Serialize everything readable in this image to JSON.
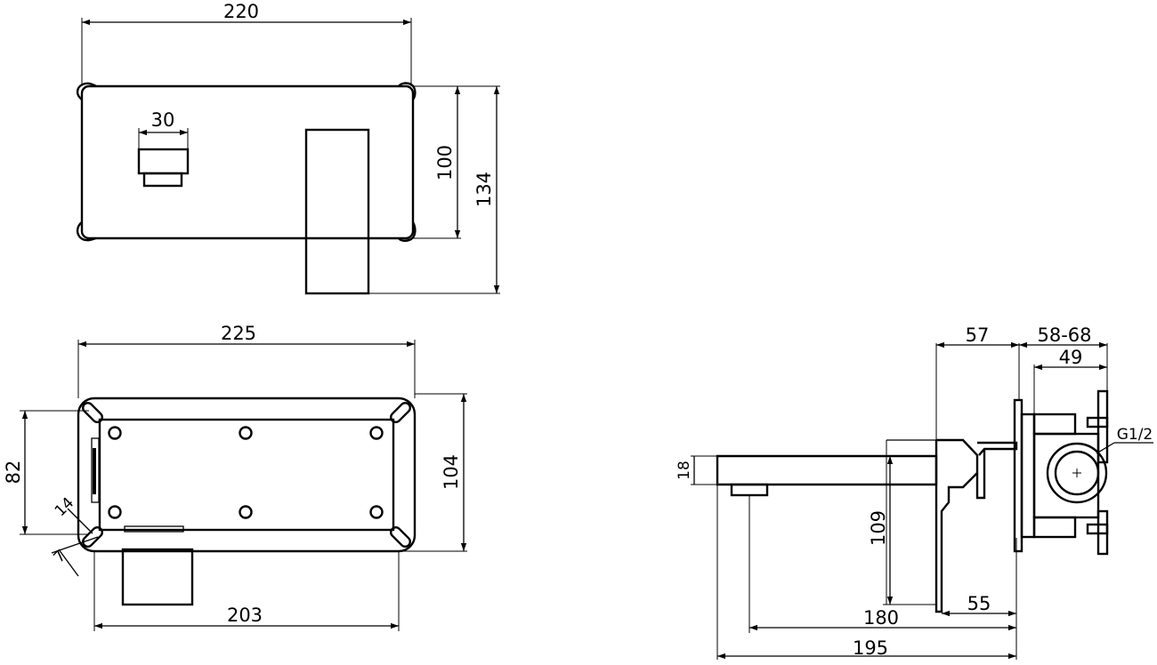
{
  "top_view": {
    "width_label": "220",
    "handle_width_label": "30",
    "plate_height_label": "100",
    "total_height_label": "134"
  },
  "mount_view": {
    "width_label": "225",
    "slot_size_label": "14",
    "slot_width_label": "7",
    "hole_spacing_label": "82",
    "height_label": "104",
    "bottom_width_label": "203"
  },
  "side_view": {
    "depth_label": "57",
    "wall_depth_label": "58-68",
    "body_depth_label": "49",
    "thread_label": "G1/2",
    "spout_thickness_label": "18",
    "outlet_height_label": "109",
    "spout_reach_label": "180",
    "plate_offset_label": "55",
    "total_reach_label": "195"
  }
}
